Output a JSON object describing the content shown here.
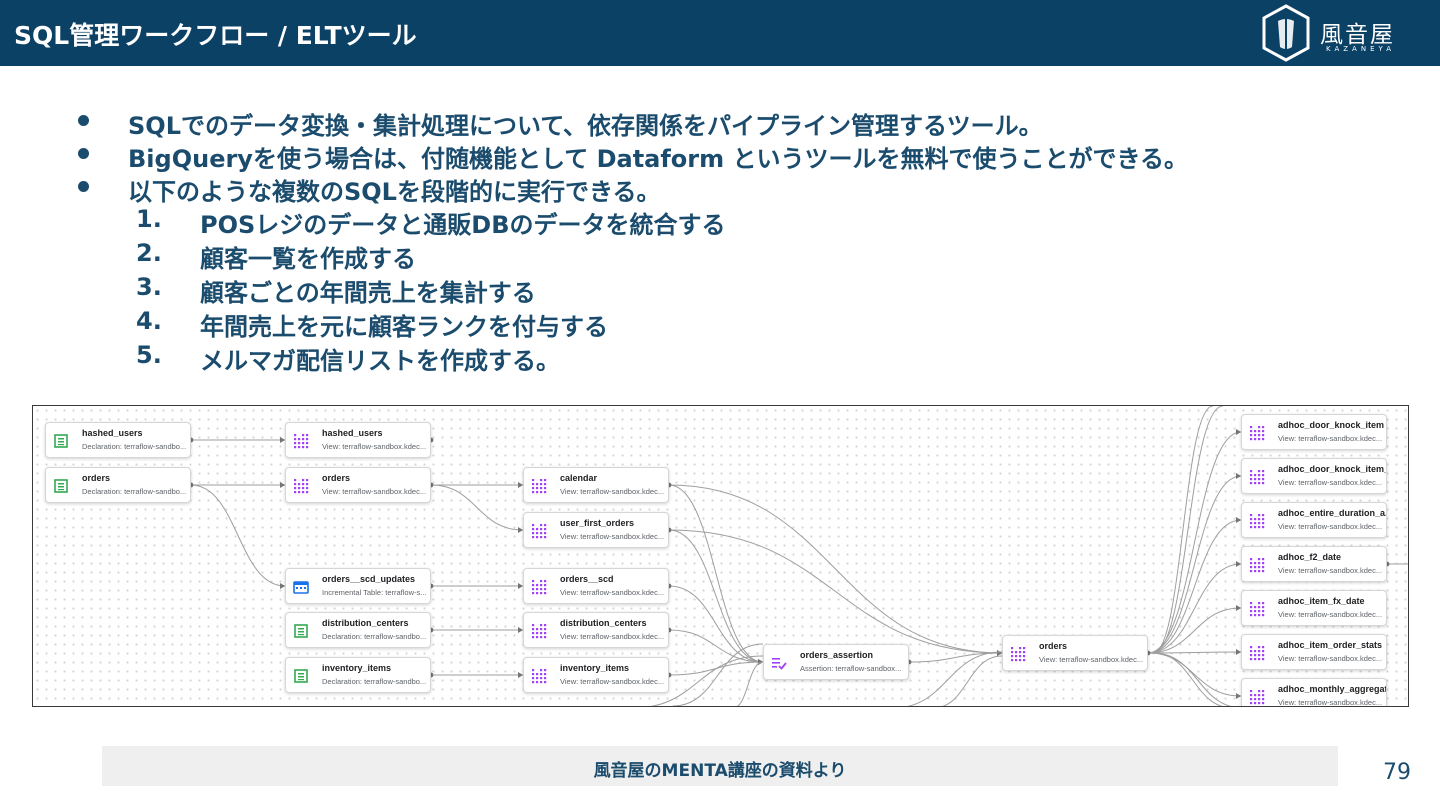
{
  "header": {
    "title": "SQL管理ワークフロー / ELTツール",
    "logo_text": "風音屋",
    "logo_sub": "KAZANEYA"
  },
  "bullets": [
    "SQLでのデータ変換・集計処理について、依存関係をパイプライン管理するツール。",
    "BigQueryを使う場合は、付随機能として Dataform というツールを無料で使うことができる。",
    "以下のような複数のSQLを段階的に実行できる。"
  ],
  "steps": [
    {
      "num": "1.",
      "text": "POSレジのデータと通販DBのデータを統合する"
    },
    {
      "num": "2.",
      "text": "顧客一覧を作成する"
    },
    {
      "num": "3.",
      "text": "顧客ごとの年間売上を集計する"
    },
    {
      "num": "4.",
      "text": "年間売上を元に顧客ランクを付与する"
    },
    {
      "num": "5.",
      "text": "メルマガ配信リストを作成する。"
    }
  ],
  "diagram": {
    "nodes": [
      {
        "name": "hashed_users",
        "desc": "Declaration: terraflow-sandbo...",
        "kind": "declaration"
      },
      {
        "name": "orders",
        "desc": "Declaration: terraflow-sandbo...",
        "kind": "declaration"
      },
      {
        "name": "hashed_users",
        "desc": "View: terraflow-sandbox.kdec...",
        "kind": "view"
      },
      {
        "name": "orders",
        "desc": "View: terraflow-sandbox.kdec...",
        "kind": "view"
      },
      {
        "name": "orders__scd_updates",
        "desc": "Incremental Table: terraflow-s...",
        "kind": "incremental"
      },
      {
        "name": "distribution_centers",
        "desc": "Declaration: terraflow-sandbo...",
        "kind": "declaration"
      },
      {
        "name": "inventory_items",
        "desc": "Declaration: terraflow-sandbo...",
        "kind": "declaration"
      },
      {
        "name": "calendar",
        "desc": "View: terraflow-sandbox.kdec...",
        "kind": "view"
      },
      {
        "name": "user_first_orders",
        "desc": "View: terraflow-sandbox.kdec...",
        "kind": "view"
      },
      {
        "name": "orders__scd",
        "desc": "View: terraflow-sandbox.kdec...",
        "kind": "view"
      },
      {
        "name": "distribution_centers",
        "desc": "View: terraflow-sandbox.kdec...",
        "kind": "view"
      },
      {
        "name": "inventory_items",
        "desc": "View: terraflow-sandbox.kdec...",
        "kind": "view"
      },
      {
        "name": "orders_assertion",
        "desc": "Assertion: terraflow-sandbox...",
        "kind": "assertion"
      },
      {
        "name": "orders",
        "desc": "View: terraflow-sandbox.kdec...",
        "kind": "view"
      },
      {
        "name": "adhoc_door_knock_item",
        "desc": "View: terraflow-sandbox.kdec...",
        "kind": "view"
      },
      {
        "name": "adhoc_door_knock_item_...",
        "desc": "View: terraflow-sandbox.kdec...",
        "kind": "view"
      },
      {
        "name": "adhoc_entire_duration_a...",
        "desc": "View: terraflow-sandbox.kdec...",
        "kind": "view"
      },
      {
        "name": "adhoc_f2_date",
        "desc": "View: terraflow-sandbox.kdec...",
        "kind": "view"
      },
      {
        "name": "adhoc_item_fx_date",
        "desc": "View: terraflow-sandbox.kdec...",
        "kind": "view"
      },
      {
        "name": "adhoc_item_order_stats",
        "desc": "View: terraflow-sandbox.kdec...",
        "kind": "view"
      },
      {
        "name": "adhoc_monthly_aggregat...",
        "desc": "View: terraflow-sandbox.kdec...",
        "kind": "view"
      }
    ]
  },
  "footer": {
    "caption": "風音屋のMENTA講座の資料より",
    "page_number": "79"
  },
  "colors": {
    "header_bg": "#0c4166",
    "text": "#1b4c6d",
    "view_icon": "#a142f4",
    "declaration_icon": "#34a853",
    "incremental_icon": "#1a73e8",
    "assertion_icon": "#a142f4"
  }
}
